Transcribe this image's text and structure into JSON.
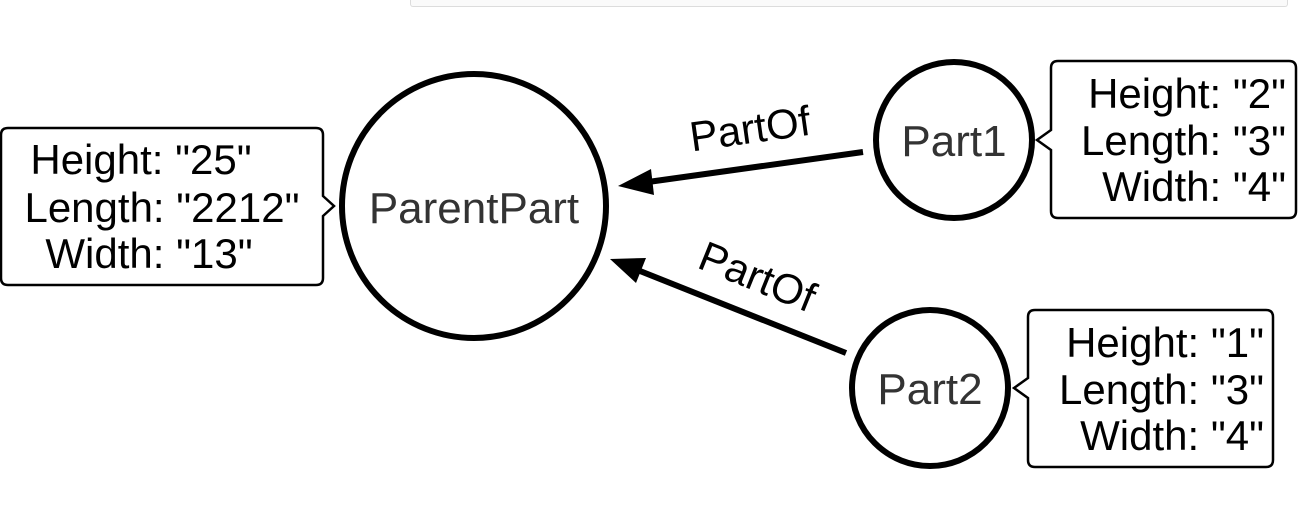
{
  "nodes": {
    "parent": {
      "label": "ParentPart",
      "props": [
        "Height: \"25\"",
        "Length: \"2212\"",
        "Width: \"13\""
      ]
    },
    "part1": {
      "label": "Part1",
      "props": [
        "Height: \"2\"",
        "Length: \"3\"",
        "Width: \"4\""
      ]
    },
    "part2": {
      "label": "Part2",
      "props": [
        "Height: \"1\"",
        "Length: \"3\"",
        "Width: \"4\""
      ]
    }
  },
  "edges": {
    "e1": {
      "label": "PartOf",
      "from": "Part1",
      "to": "ParentPart"
    },
    "e2": {
      "label": "PartOf",
      "from": "Part2",
      "to": "ParentPart"
    }
  },
  "colors": {
    "stroke": "#000000",
    "node_text": "#333333",
    "prop_text": "#000000"
  }
}
